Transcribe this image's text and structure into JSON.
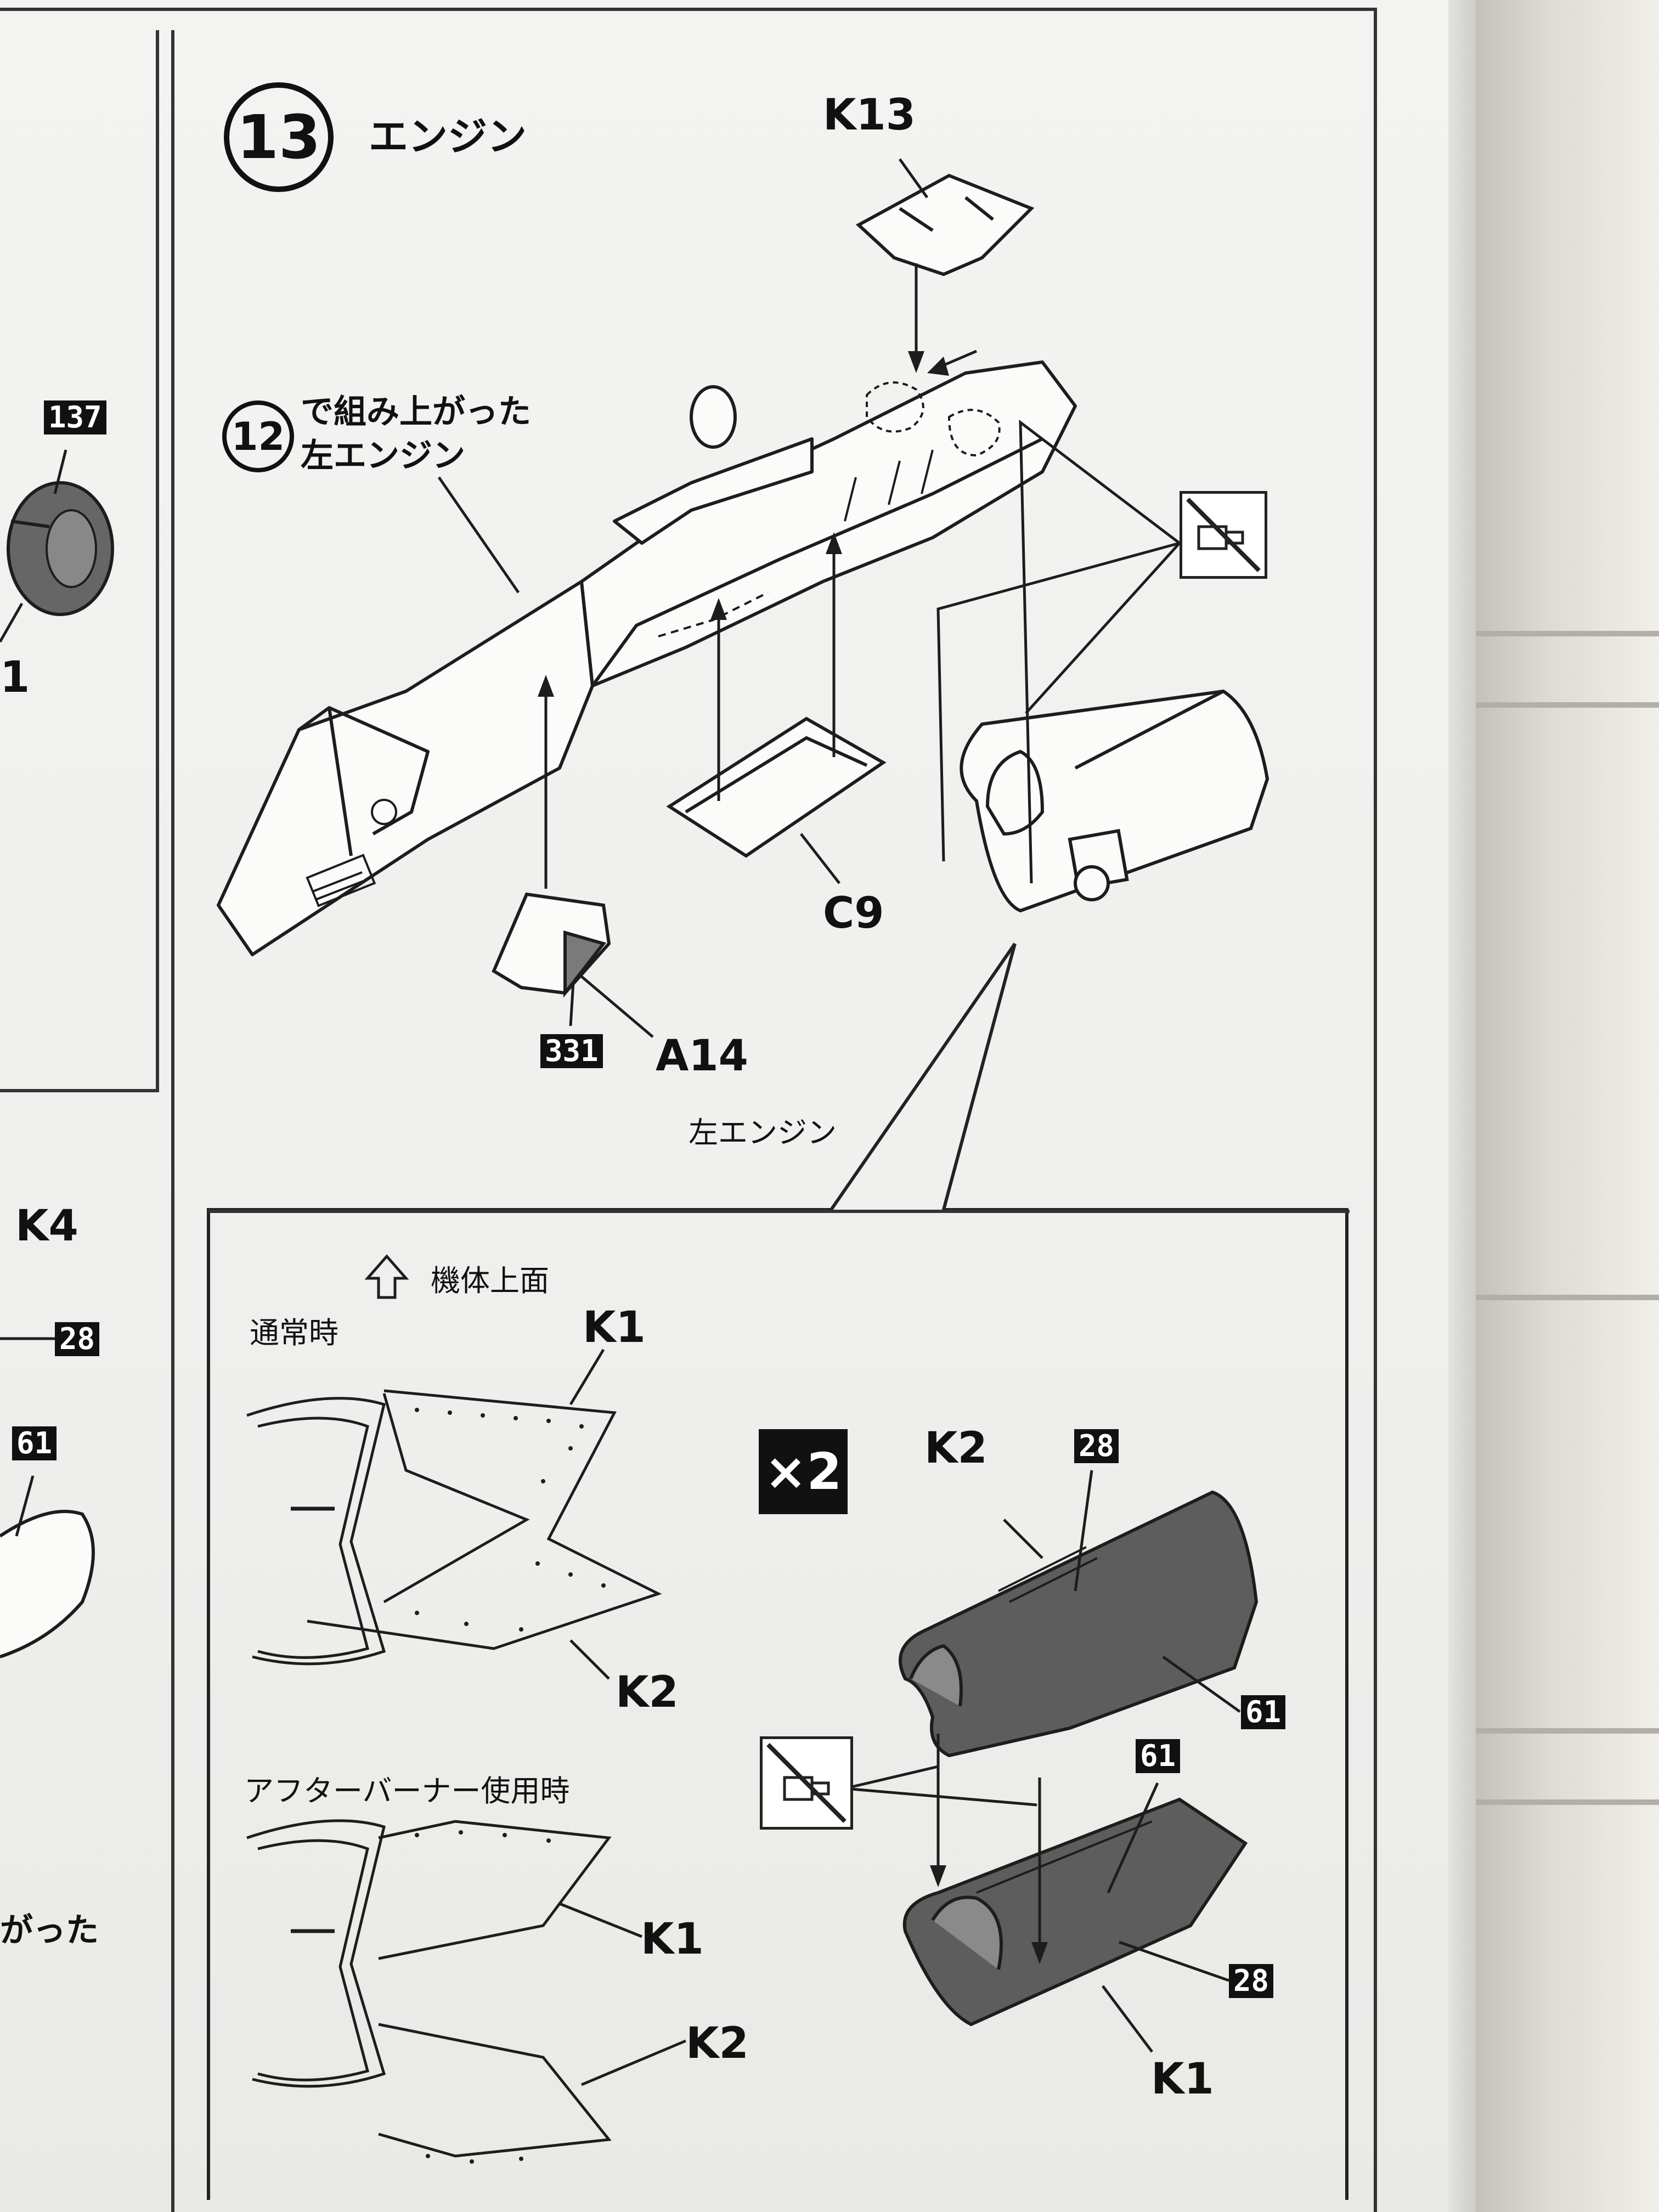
{
  "step": {
    "number": "13",
    "title": "エンジン"
  },
  "note_ref": {
    "number": "12",
    "line1": "で組み上がった",
    "line2": "左エンジン"
  },
  "main_view": {
    "label_left_engine": "左エンジン"
  },
  "parts": {
    "k13": "K13",
    "c9": "C9",
    "a14": "A14",
    "tag_331": "331"
  },
  "left_panel": {
    "tag_137": "137",
    "partial_1": "1",
    "k4": "K4",
    "tag_28": "28",
    "tag_61": "61",
    "partial_text": "がった"
  },
  "detail_box": {
    "arrow_caption": "機体上面",
    "normal_label": "通常時",
    "afterburner_label": "アフターバーナー使用時",
    "k1_top": "K1",
    "k2_top": "K2",
    "k1_bottom": "K1",
    "k2_bottom": "K2",
    "times": "×2",
    "k2_right": "K2",
    "tag_28_a": "28",
    "tag_61_a": "61",
    "tag_61_b": "61",
    "tag_28_b": "28",
    "k1_right": "K1"
  }
}
